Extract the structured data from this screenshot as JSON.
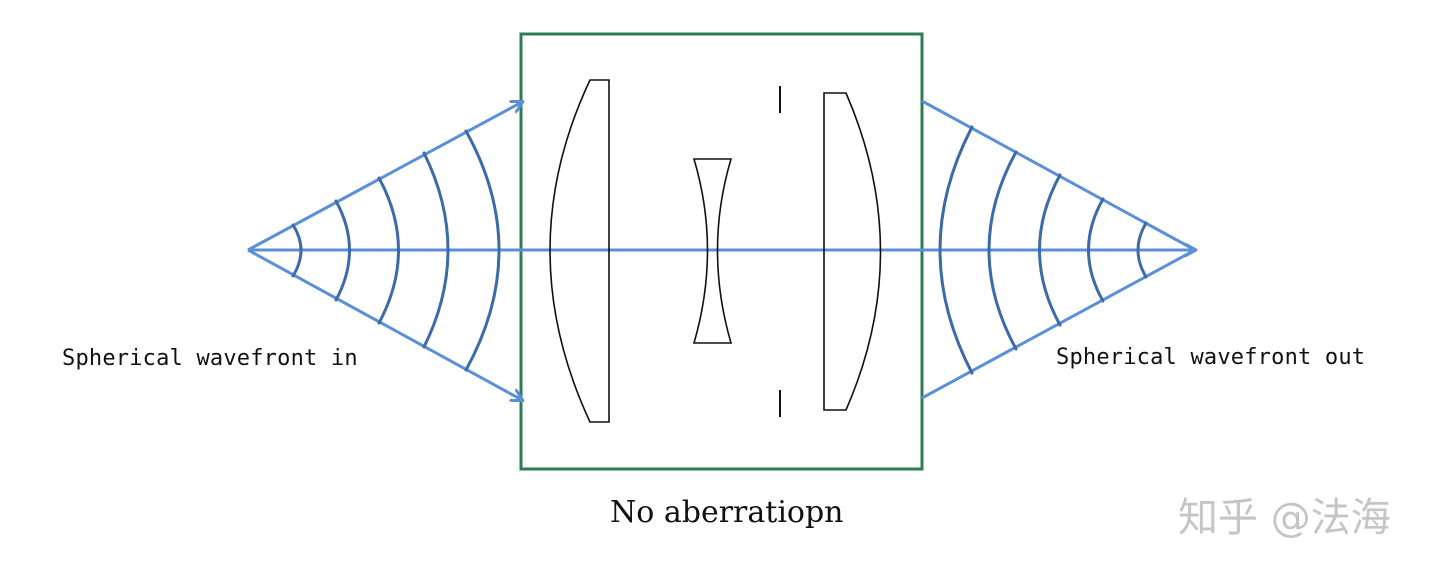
{
  "labels": {
    "input": "Spherical wavefront in",
    "output": "Spherical wavefront out",
    "caption": "No aberratiopn"
  },
  "watermark": "知乎 @法海",
  "colors": {
    "ray": "#5b8fd6",
    "wavefront": "#3d6aa8",
    "box": "#2e7d52",
    "lens": "#111111",
    "text": "#111111",
    "watermark": "#bcbcbc"
  }
}
